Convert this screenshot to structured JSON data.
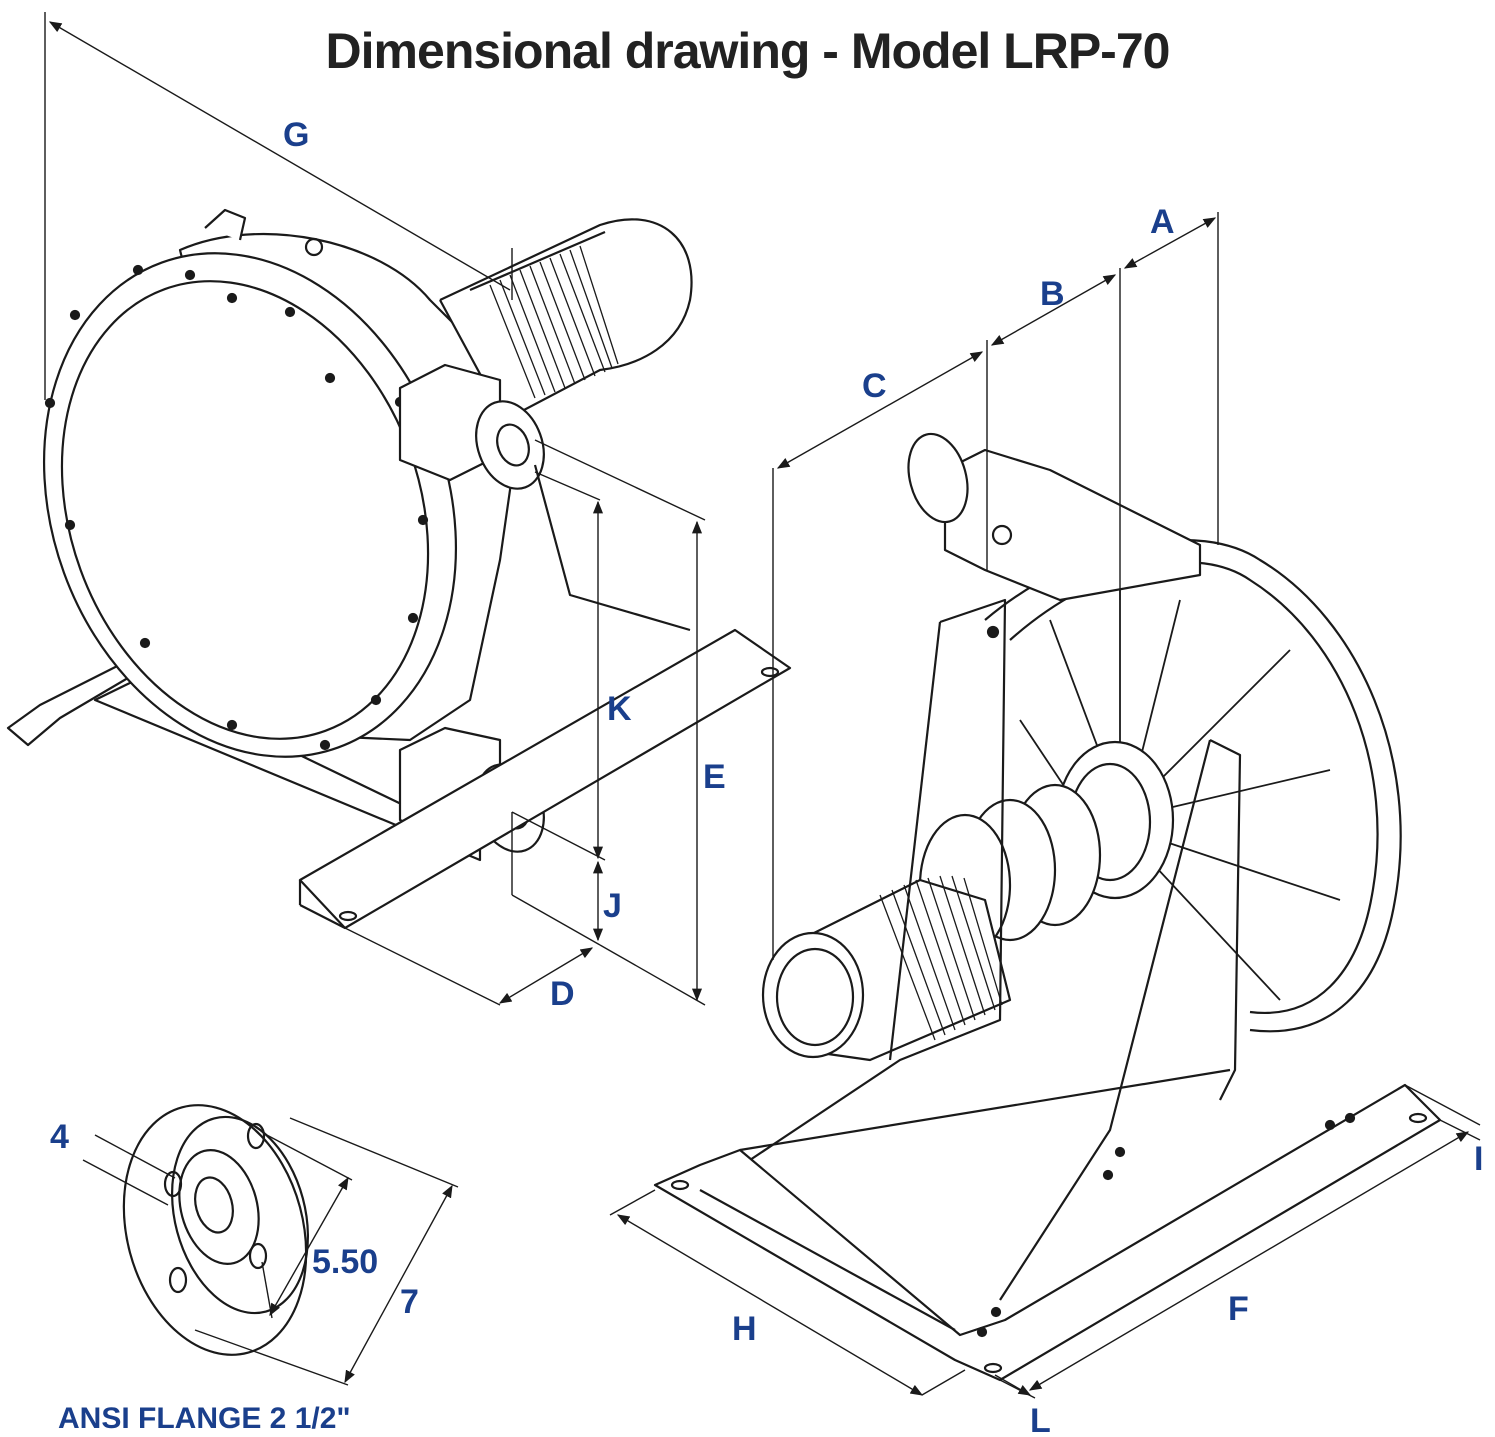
{
  "title": "Dimensional drawing - Model LRP-70",
  "colors": {
    "label": "#1a3f8c",
    "line": "#1a1a1a",
    "title": "#222222"
  },
  "dimension_labels": {
    "A": "A",
    "B": "B",
    "C": "C",
    "D": "D",
    "E": "E",
    "F": "F",
    "G": "G",
    "H": "H",
    "I": "I",
    "J": "J",
    "K": "K",
    "L": "L"
  },
  "flange": {
    "title": "ANSI FLANGE 2 1/2\"",
    "hole_label": "4",
    "bolt_circle_label": "5.50",
    "outer_diameter_label": "7"
  }
}
